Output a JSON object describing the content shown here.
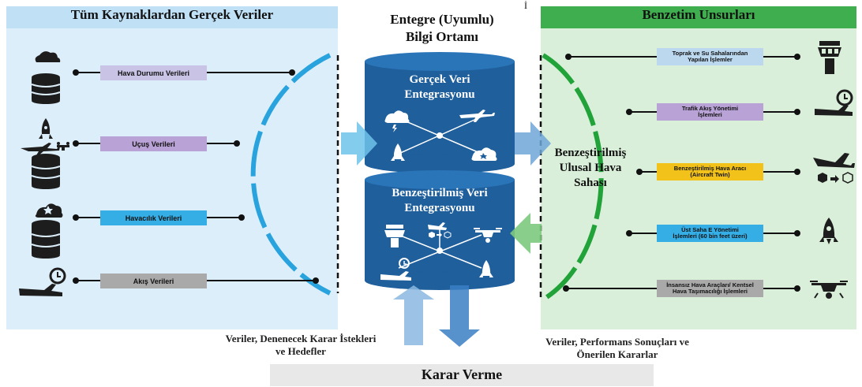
{
  "header": {
    "left_title": "Tüm Kaynaklardan Gerçek Veriler",
    "center_title_line1": "Entegre (Uyumlu)",
    "center_title_line2": "Bilgi Ortamı",
    "right_title": "Benzetim Unsurları",
    "top_mark": "İ"
  },
  "left_items": [
    {
      "label": "Hava Durumu Verileri",
      "color": "#c9c3e6",
      "icon": "weather-database-icon"
    },
    {
      "label": "Uçuş Verileri",
      "color": "#b9a3d6",
      "icon": "flight-database-icon"
    },
    {
      "label": "Havacılık Verileri",
      "color": "#35aee6",
      "icon": "aviation-database-icon"
    },
    {
      "label": "Akış Verileri",
      "color": "#a9a9a9",
      "icon": "plane-clock-icon"
    }
  ],
  "cylinder_top": {
    "line1": "Gerçek Veri",
    "line2": "Entegrasyonu"
  },
  "cylinder_bottom": {
    "line1": "Benzeştirilmiş Veri",
    "line2": "Entegrasyonu"
  },
  "center_label": {
    "line1": "Benzeştirilmiş",
    "line2": "Ulusal Hava",
    "line3": "Sahası"
  },
  "right_items": [
    {
      "line1": "Toprak ve Su Sahalarından",
      "line2": "Yapılan İşlemler",
      "color": "#bcd8ef",
      "icon": "control-tower-icon"
    },
    {
      "line1": "Trafik Akış Yönetimi",
      "line2": "İşlemleri",
      "color": "#b9a3d6",
      "icon": "plane-clock-icon"
    },
    {
      "line1": "Benzeştirilmiş Hava Aracı",
      "line2": "(Aircraft Twin)",
      "color": "#f2c21a",
      "icon": "aircraft-twin-icon"
    },
    {
      "line1": "Üst Saha E Yönetimi",
      "line2": "İşlemleri (60 bin feet üzeri)",
      "color": "#35aee6",
      "icon": "rocket-icon"
    },
    {
      "line1": "İnsansız Hava Araçları/ Kentsel",
      "line2": "Hava Taşımacılığı İşlemleri",
      "color": "#a9a9a9",
      "icon": "drone-icon"
    }
  ],
  "bottom": {
    "left_note_line1": "Veriler, Denenecek Karar İstekleri",
    "left_note_line2": "ve Hedefler",
    "right_note_line1": "Veriler, Performans Sonuçları ve",
    "right_note_line2": "Önerilen Kararlar",
    "title": "Karar Verme"
  },
  "colors": {
    "cylinder": "#1f5f9c",
    "cylinder_top": "#2a74b8",
    "arc_blue": "#29a3dd",
    "arc_green": "#22a33a",
    "arrow_blue": "#6fc3ea",
    "arrow_green": "#7dc97f"
  }
}
